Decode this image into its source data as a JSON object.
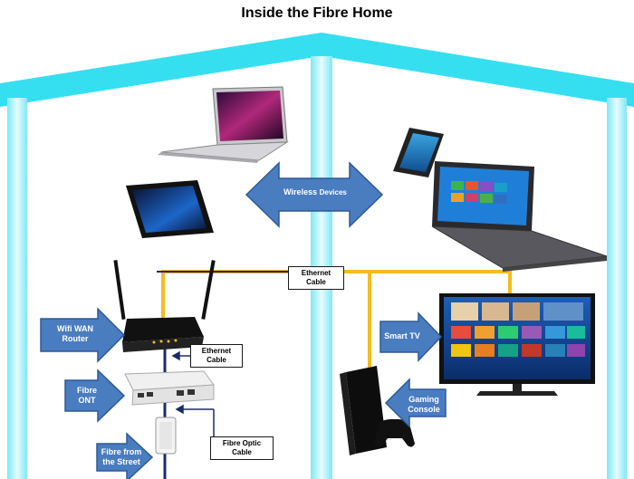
{
  "title": "Inside the Fibre Home",
  "labels": {
    "wireless": "Wireless",
    "devices": "Devices",
    "ethernet_cable_top": [
      "Ethernet",
      "Cable"
    ],
    "wifi_router": [
      "Wifi WAN",
      "Router"
    ],
    "ethernet_cable_router": [
      "Ethernet",
      "Cable"
    ],
    "fibre_ont": [
      "Fibre",
      "ONT"
    ],
    "fibre_optic_cable": [
      "Fibre Optic",
      "Cable"
    ],
    "fibre_street": [
      "Fibre from",
      "the Street"
    ],
    "smart_tv": "Smart TV",
    "gaming_console": [
      "Gaming",
      "Console"
    ]
  },
  "colors": {
    "house": "#36dff0",
    "house_inner": "#c9f6fb",
    "arrow_fill": "#4a7cc0",
    "arrow_stroke": "#2d5a96",
    "cable_yellow": "#f4bc1f",
    "cable_dark": "#1d2a66"
  }
}
